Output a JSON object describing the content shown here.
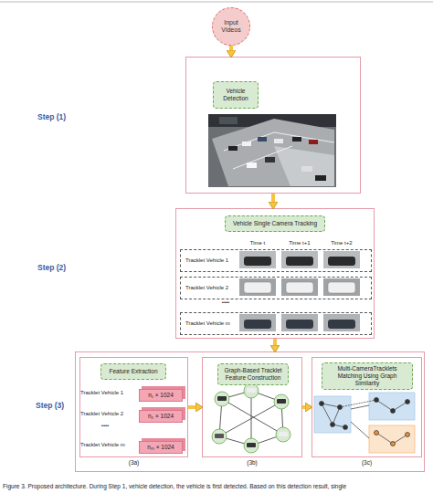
{
  "diagram": {
    "caption": "Figure 3. Proposed architecture. During Step 1, vehicle detection, the vehicle is first detected. Based on this detection result, single",
    "nodes": [
      {
        "text": [
          "Input Videos"
        ]
      },
      {
        "text": [
          "Step (1)"
        ]
      },
      {
        "text": [
          "Vehicle Detection"
        ],
        "in": 1
      },
      {
        "text": [
          "Step (2)"
        ]
      },
      {
        "text": [
          "Vehicle Single Camera Tracking"
        ],
        "in": 3
      },
      {
        "text": [
          "Tracklet Vehicle 1"
        ],
        "in": 3
      },
      {
        "text": [
          "Tracklet Vehicle 2"
        ],
        "in": 3
      },
      {
        "text": [
          "Tracklet Vehicle m"
        ],
        "in": 3
      },
      {
        "text": [
          "Step (3)"
        ]
      },
      {
        "text": [
          "(3a)"
        ],
        "in": 8
      },
      {
        "text": [
          "Feature Extraction"
        ],
        "in": 9
      },
      {
        "text": [
          "n₁ × 1024"
        ],
        "in": 9
      },
      {
        "text": [
          "n₂ × 1024"
        ],
        "in": 9
      },
      {
        "text": [
          "nₘ × 1024"
        ],
        "in": 9
      },
      {
        "text": [
          "(3b)"
        ],
        "in": 8
      },
      {
        "text": [
          "Graph-Based Tracklet Feature Construction"
        ],
        "in": 14
      },
      {
        "text": [
          "(3c)"
        ],
        "in": 8
      },
      {
        "text": [
          "Multi-CameraTracklets Matching Using Graph Similarity"
        ],
        "in": 16
      }
    ],
    "edges": [
      {
        "from": 0,
        "to": 1,
        "arrow": "to"
      },
      {
        "from": 1,
        "to": 3,
        "arrow": "to"
      },
      {
        "from": 3,
        "to": 8,
        "arrow": "to"
      },
      {
        "from": 9,
        "to": 14,
        "arrow": "to"
      },
      {
        "from": 14,
        "to": 16,
        "arrow": "to"
      }
    ],
    "labels": [
      "Time t",
      "Time t+1",
      "Time t+2",
      "••••",
      "Tracklet Vehicle 1",
      "Tracklet Vehicle 2",
      "••••",
      "Tracklet Vehicle m"
    ]
  }
}
